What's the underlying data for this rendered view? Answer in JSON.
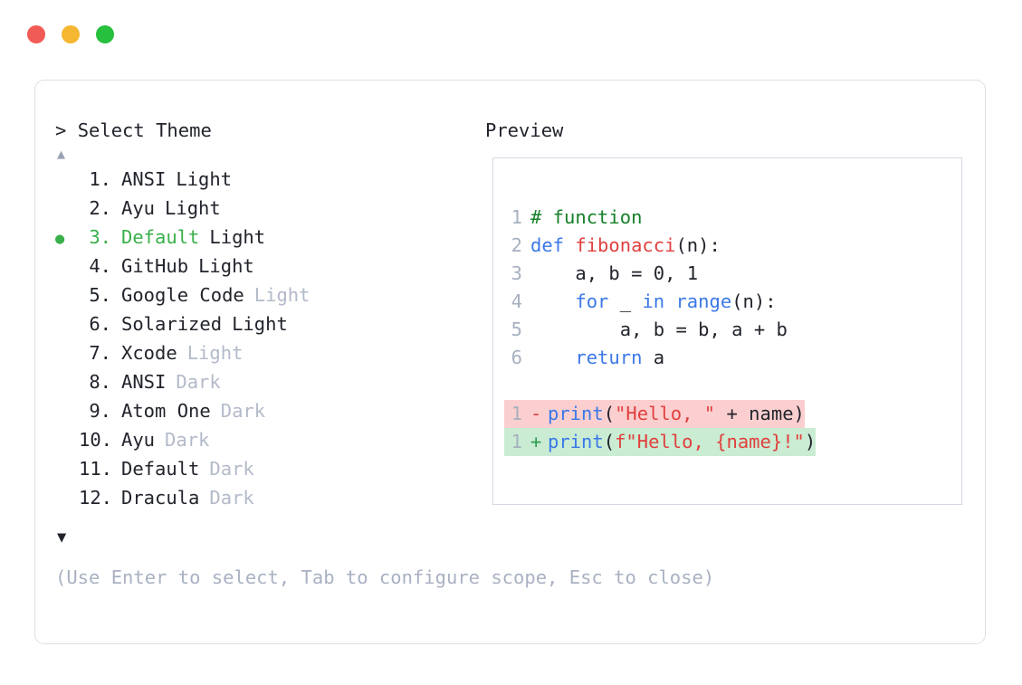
{
  "window": {
    "traffic_lights": [
      {
        "name": "close",
        "color": "#f15b56"
      },
      {
        "name": "minimize",
        "color": "#f5b731"
      },
      {
        "name": "maximize",
        "color": "#27bf3e"
      }
    ]
  },
  "left_panel": {
    "prompt_symbol": ">",
    "title": "Select Theme",
    "scroll_up_icon": "▲",
    "scroll_down_icon": "▼",
    "selected_bullet": "●",
    "selected_index": 3,
    "items": [
      {
        "index": "1.",
        "name": "ANSI",
        "variant": "Light",
        "variant_muted": false,
        "selected": false
      },
      {
        "index": "2.",
        "name": "Ayu",
        "variant": "Light",
        "variant_muted": false,
        "selected": false
      },
      {
        "index": "3.",
        "name": "Default",
        "variant": "Light",
        "variant_muted": false,
        "selected": true
      },
      {
        "index": "4.",
        "name": "GitHub",
        "variant": "Light",
        "variant_muted": false,
        "selected": false
      },
      {
        "index": "5.",
        "name": "Google Code",
        "variant": "Light",
        "variant_muted": true,
        "selected": false
      },
      {
        "index": "6.",
        "name": "Solarized",
        "variant": "Light",
        "variant_muted": false,
        "selected": false
      },
      {
        "index": "7.",
        "name": "Xcode",
        "variant": "Light",
        "variant_muted": true,
        "selected": false
      },
      {
        "index": "8.",
        "name": "ANSI",
        "variant": "Dark",
        "variant_muted": true,
        "selected": false
      },
      {
        "index": "9.",
        "name": "Atom One",
        "variant": "Dark",
        "variant_muted": true,
        "selected": false
      },
      {
        "index": "10.",
        "name": "Ayu",
        "variant": "Dark",
        "variant_muted": true,
        "selected": false
      },
      {
        "index": "11.",
        "name": "Default",
        "variant": "Dark",
        "variant_muted": true,
        "selected": false
      },
      {
        "index": "12.",
        "name": "Dracula",
        "variant": "Dark",
        "variant_muted": true,
        "selected": false
      }
    ]
  },
  "footer": {
    "hint": "(Use Enter to select, Tab to configure scope, Esc to close)"
  },
  "right_panel": {
    "title": "Preview",
    "code": {
      "lines": [
        {
          "number": "1",
          "tokens": [
            {
              "t": "# function",
              "c": "comment"
            }
          ]
        },
        {
          "number": "2",
          "tokens": [
            {
              "t": "def ",
              "c": "keyword"
            },
            {
              "t": "fibonacci",
              "c": "func"
            },
            {
              "t": "(n):",
              "c": "plain"
            }
          ]
        },
        {
          "number": "3",
          "tokens": [
            {
              "t": "    a, b = ",
              "c": "plain"
            },
            {
              "t": "0",
              "c": "num"
            },
            {
              "t": ", ",
              "c": "plain"
            },
            {
              "t": "1",
              "c": "num"
            }
          ]
        },
        {
          "number": "4",
          "tokens": [
            {
              "t": "    ",
              "c": "plain"
            },
            {
              "t": "for",
              "c": "keyword"
            },
            {
              "t": " _ ",
              "c": "plain"
            },
            {
              "t": "in",
              "c": "keyword"
            },
            {
              "t": " ",
              "c": "plain"
            },
            {
              "t": "range",
              "c": "keyword"
            },
            {
              "t": "(n):",
              "c": "plain"
            }
          ]
        },
        {
          "number": "5",
          "tokens": [
            {
              "t": "        a, b = b, a + b",
              "c": "plain"
            }
          ]
        },
        {
          "number": "6",
          "tokens": [
            {
              "t": "    ",
              "c": "plain"
            },
            {
              "t": "return",
              "c": "keyword"
            },
            {
              "t": " a",
              "c": "plain"
            }
          ]
        }
      ],
      "diff": [
        {
          "number": "1",
          "sign": "-",
          "kind": "minus",
          "tokens": [
            {
              "t": "print",
              "c": "keyword"
            },
            {
              "t": "(",
              "c": "plain"
            },
            {
              "t": "\"Hello, \"",
              "c": "str"
            },
            {
              "t": " + name)",
              "c": "plain"
            }
          ]
        },
        {
          "number": "1",
          "sign": "+",
          "kind": "plus",
          "tokens": [
            {
              "t": "print",
              "c": "keyword"
            },
            {
              "t": "(",
              "c": "plain"
            },
            {
              "t": "f\"Hello, {name}!\"",
              "c": "str"
            },
            {
              "t": ")",
              "c": "plain"
            }
          ]
        }
      ]
    }
  },
  "colors": {
    "accent_green": "#3ab04a",
    "muted_text": "#b3bac9",
    "hint_text": "#a9b1c2",
    "body_text": "#22242c",
    "diff_add_bg": "#c9ecd3",
    "diff_del_bg": "#fbcfcf",
    "panel_border": "#d6d9e3",
    "card_border": "#dcdfe6"
  }
}
